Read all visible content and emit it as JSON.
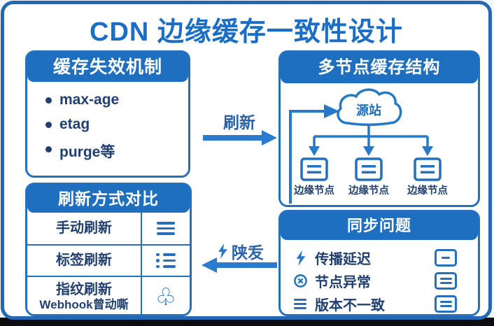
{
  "title": "CDN 边缘缓存一致性设计",
  "colors": {
    "primary_blue": "#1e6fc0",
    "accent_blue": "#2678c8",
    "dark_navy_text": "#21406f",
    "panel_border": "#2470bd",
    "card_border": "#2368b4"
  },
  "arrows": {
    "refresh": {
      "label": "刷新",
      "direction": "right"
    },
    "trigger": {
      "label": "陕叐",
      "direction": "left",
      "icon": "lightning-icon"
    }
  },
  "panels": {
    "cache_invalidation": {
      "title": "缓存失效机制",
      "items": [
        "max-age",
        "etag",
        "purge等"
      ]
    },
    "multi_node_structure": {
      "title": "多节点缓存结构",
      "origin": "源站",
      "nodes": [
        "边缘节点",
        "边缘节点",
        "边缘节点"
      ],
      "node_icon": "server-two-lines-icon",
      "origin_icon": "cloud-icon"
    },
    "refresh_comparison": {
      "title": "刷新方式对比",
      "rows": [
        {
          "label": "手动刷新",
          "icon": "hamburger-lines-icon"
        },
        {
          "label": "标签刷新",
          "icon": "bullet-list-icon"
        },
        {
          "label": "指纹刷新",
          "sublabel": "Webhook曾动嘶",
          "icon": "trefoil-icon"
        }
      ]
    },
    "sync_issues": {
      "title": "同步问题",
      "rows": [
        {
          "icon": "lightning-icon",
          "label": "传播延迟",
          "status_icon": "server-one-line-icon"
        },
        {
          "icon": "circle-x-icon",
          "label": "节点异常",
          "status_icon": "server-two-lines-icon"
        },
        {
          "icon": "three-lines-icon",
          "label": "版本不一致",
          "status_icon": "server-two-lines-icon"
        }
      ]
    }
  }
}
